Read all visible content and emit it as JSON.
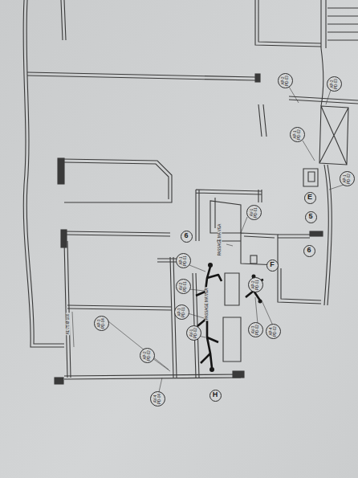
{
  "diagram": {
    "nodes": [
      {
        "text": [
          "AP-2",
          "PD-03"
        ]
      },
      {
        "text": [
          "AP-2",
          "PD-03"
        ]
      },
      {
        "text": [
          "AP-1",
          "PD-02"
        ]
      },
      {
        "text": [
          "AP-1",
          "PD-02"
        ]
      },
      {
        "text": [
          "E"
        ]
      },
      {
        "text": [
          "5"
        ]
      },
      {
        "text": [
          "AV-1",
          "PD-01"
        ]
      },
      {
        "text": [
          "6"
        ]
      },
      {
        "text": [
          "6"
        ]
      },
      {
        "text": [
          "F"
        ]
      },
      {
        "text": [
          "AP-1",
          "PD-01"
        ]
      },
      {
        "text": [
          "AV-2",
          "PD-01"
        ]
      },
      {
        "text": [
          "AP-3",
          "PD-01"
        ]
      },
      {
        "text": [
          "AV-1",
          "PD-02"
        ]
      },
      {
        "text": [
          "AP-2",
          "PD-01"
        ]
      },
      {
        "text": [
          "AV-3",
          "PD-02"
        ]
      },
      {
        "text": [
          "AP-4",
          "PD-02"
        ]
      },
      {
        "text": [
          "AP-2",
          "PD-02"
        ]
      },
      {
        "text": [
          "AV-4",
          "PD-04"
        ]
      },
      {
        "text": [
          "H"
        ]
      },
      {
        "text": [
          "AP-3",
          "PD-04"
        ]
      }
    ],
    "labels": [
      "PASSAGE MA VGA",
      "AL-75 Ø 100",
      "PASSAGE MA VGA"
    ]
  }
}
